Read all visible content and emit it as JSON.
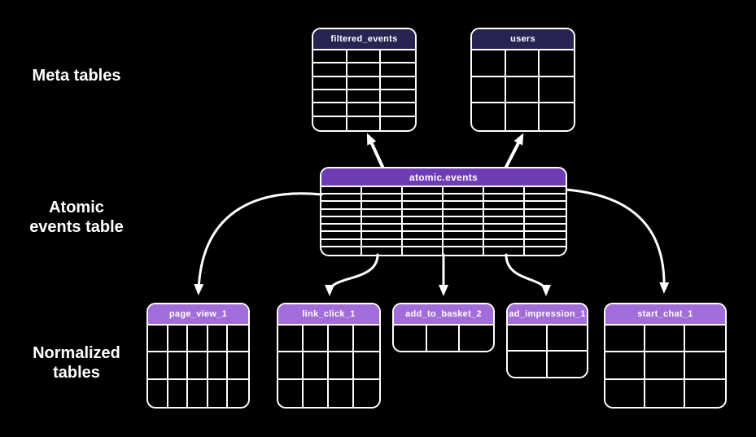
{
  "colors": {
    "background": "#000000",
    "line": "#ffffff",
    "meta_header": "#262453",
    "atomic_header": "#6e3cb4",
    "normalized_header": "#a26cda",
    "label_text": "#ffffff"
  },
  "row_labels": {
    "meta": {
      "lines": [
        "Meta tables"
      ]
    },
    "atomic": {
      "lines": [
        "Atomic",
        "events table"
      ]
    },
    "normalized": {
      "lines": [
        "Normalized",
        "tables"
      ]
    }
  },
  "tables": {
    "filtered_events": {
      "name": "filtered_events",
      "group": "meta",
      "cols": 3,
      "rows": 6
    },
    "users": {
      "name": "users",
      "group": "meta",
      "cols": 3,
      "rows": 3
    },
    "atomic_events": {
      "name": "atomic.events",
      "group": "atomic",
      "cols": 6,
      "rows": 9
    },
    "page_view_1": {
      "name": "page_view_1",
      "group": "normalized",
      "cols": 5,
      "rows": 3
    },
    "link_click_1": {
      "name": "link_click_1",
      "group": "normalized",
      "cols": 4,
      "rows": 3
    },
    "add_to_basket_2": {
      "name": "add_to_basket_2",
      "group": "normalized",
      "cols": 3,
      "rows": 1
    },
    "ad_impression_1": {
      "name": "ad_impression_1",
      "group": "normalized",
      "cols": 2,
      "rows": 2
    },
    "start_chat_1": {
      "name": "start_chat_1",
      "group": "normalized",
      "cols": 3,
      "rows": 3
    }
  },
  "edges": [
    {
      "from": "atomic.events",
      "to": "filtered_events"
    },
    {
      "from": "atomic.events",
      "to": "users"
    },
    {
      "from": "atomic.events",
      "to": "page_view_1"
    },
    {
      "from": "atomic.events",
      "to": "link_click_1"
    },
    {
      "from": "atomic.events",
      "to": "add_to_basket_2"
    },
    {
      "from": "atomic.events",
      "to": "ad_impression_1"
    },
    {
      "from": "atomic.events",
      "to": "start_chat_1"
    }
  ]
}
